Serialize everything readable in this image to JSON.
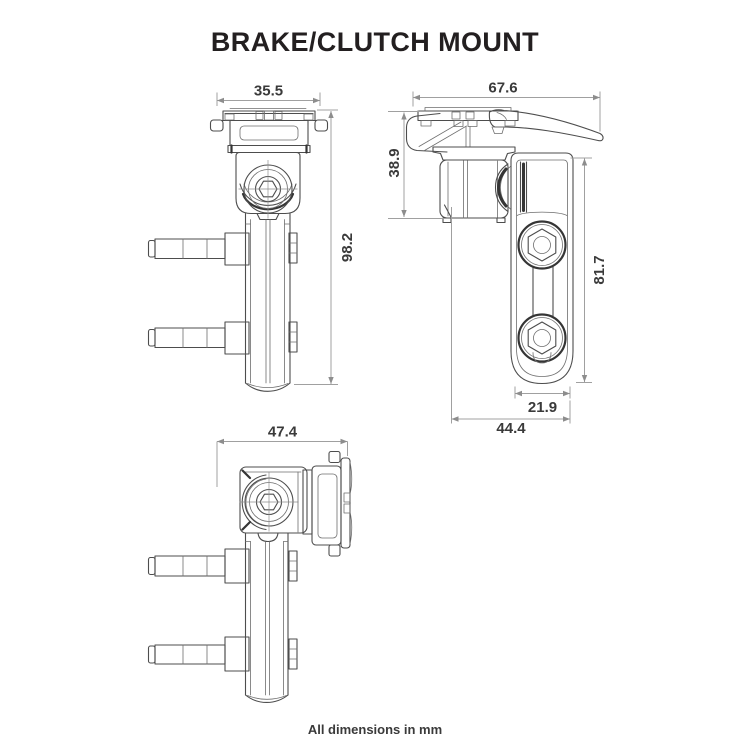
{
  "title": "BRAKE/CLUTCH MOUNT",
  "footnote": "All dimensions in mm",
  "dimensions": {
    "front_width": "35.5",
    "front_height": "98.2",
    "side_width": "67.6",
    "side_head_height": "38.9",
    "side_arm_height": "81.7",
    "side_slot_width": "21.9",
    "side_base_width": "44.4",
    "profile_width": "47.4"
  },
  "colors": {
    "line": "#4d4d4d",
    "detail": "#6e6e6e",
    "dark": "#353535",
    "dim_line": "#a0a0a0",
    "dim_arrow": "#8d8d8d",
    "text": "#3a3a3a",
    "title": "#231f20",
    "background": "#ffffff"
  }
}
